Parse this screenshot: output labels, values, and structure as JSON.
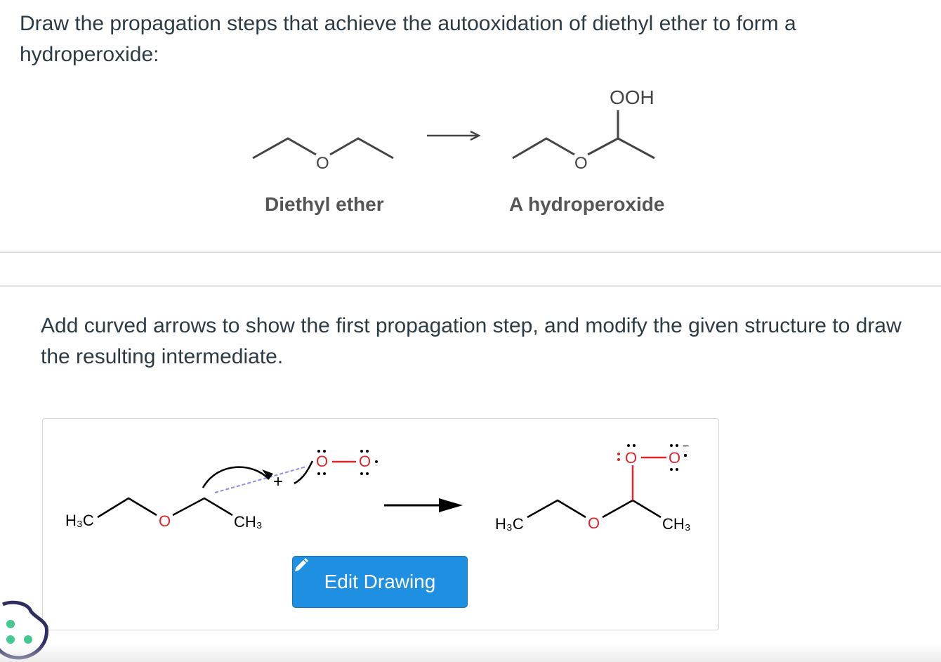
{
  "question1": {
    "text": "Draw the propagation steps that achieve the autooxidation of diethyl ether to form a hydroperoxide:"
  },
  "reaction_image": {
    "reactant_label": "Diethyl ether",
    "product_label": "A hydroperoxide",
    "reactant_oxygen": "O",
    "product_oxygen": "O",
    "product_substituent": "OOH"
  },
  "question2": {
    "text": "Add curved arrows to show the first propagation step, and modify the given structure to draw the resulting intermediate."
  },
  "drawing": {
    "left": {
      "h3c": "H₃C",
      "ether_o": "O",
      "ch3": "CH₃",
      "peroxy_o1": "O",
      "peroxy_o2": "O",
      "plus": "+"
    },
    "right": {
      "h3c": "H₃C",
      "ether_o": "O",
      "ch3": "CH₃",
      "peroxy_o1": "O",
      "peroxy_o2": "O",
      "charge": "−"
    },
    "edit_button_label": "Edit Drawing",
    "colors": {
      "oxygen": "#e0242b",
      "button": "#1e8fe1",
      "dashed_bond": "#8c8cf0"
    }
  },
  "icons": {
    "edit": "pencil-icon",
    "cookie": "cookie-icon"
  }
}
